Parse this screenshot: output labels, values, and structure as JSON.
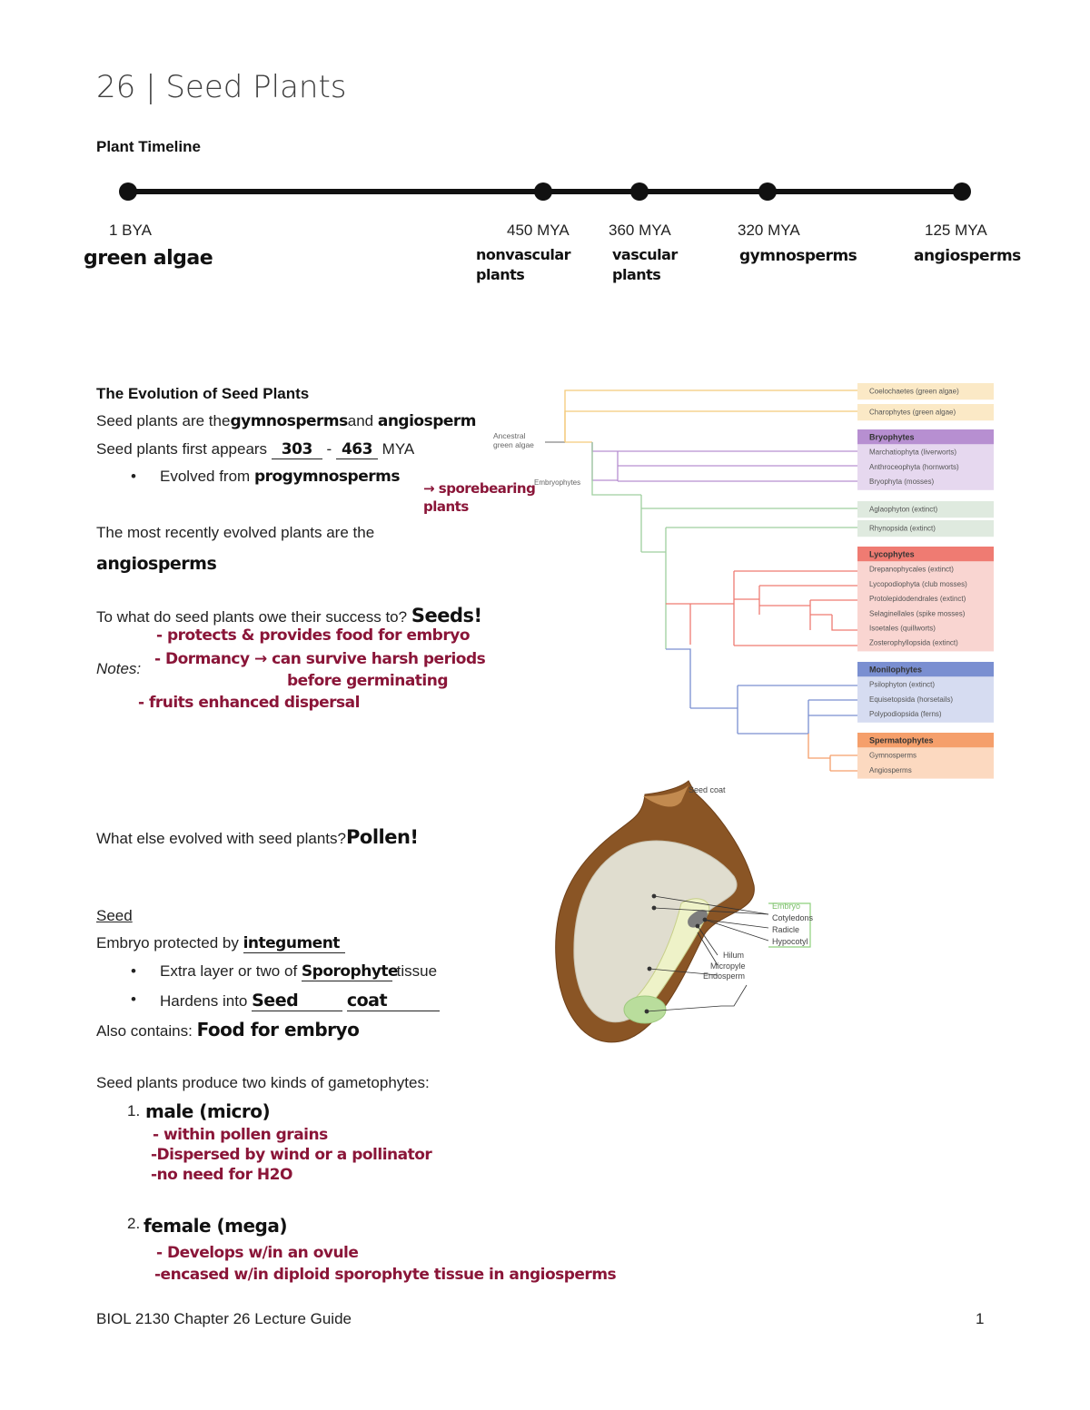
{
  "header": {
    "title": "26 | Seed Plants"
  },
  "timeline": {
    "heading": "Plant Timeline",
    "points": [
      {
        "label": "1 BYA",
        "note": "green algae"
      },
      {
        "label": "450 MYA",
        "note": "nonvascular plants"
      },
      {
        "label": "360 MYA",
        "note": "vascular plants"
      },
      {
        "label": "320 MYA",
        "note": "gymnosperms"
      },
      {
        "label": "125 MYA",
        "note": "angiosperms"
      }
    ]
  },
  "evolution": {
    "heading": "The Evolution of Seed Plants",
    "line1_a": "Seed plants are the",
    "line1_ans1": "gymnosperms",
    "line1_b": "and",
    "line1_ans2": "angiosperm",
    "line2_a": "Seed plants first appears",
    "line2_ans1": "303",
    "line2_dash": "-",
    "line2_ans2": "463",
    "line2_b": "MYA",
    "bullet_a": "Evolved from",
    "bullet_ans": "progymnosperms",
    "bullet_note": "→ sporebearing plants",
    "recent_q": "The most recently evolved plants are the",
    "recent_ans": "angiosperms",
    "success_q": "To what do seed plants owe their success to?",
    "success_ans": "Seeds!",
    "notes_label": "Notes:",
    "notes": [
      "- protects & provides food for embryo",
      "- Dormancy → can survive harsh periods",
      "before germinating",
      "- fruits  enhanced dispersal"
    ]
  },
  "cladogram": {
    "root_label": "Ancestral green algae",
    "node_label": "Embryophytes",
    "groups": [
      {
        "name": "",
        "color": "#f3c97a",
        "fill": "#fbe9c6",
        "items": [
          "Coelochaetes (green algae)"
        ]
      },
      {
        "name": "",
        "color": "#f3c97a",
        "fill": "#fbe9c6",
        "items": [
          "Charophytes (green algae)"
        ]
      },
      {
        "name": "Bryophytes",
        "color": "#b78fd1",
        "fill": "#e6d8ef",
        "items": [
          "Marchatiophyta (liverworts)",
          "Anthroceophyta (hornworts)",
          "Bryophyta (mosses)"
        ]
      },
      {
        "name": "",
        "color": "#9fcf9f",
        "fill": "#dfeadf",
        "items": [
          "Aglaophyton (extinct)"
        ]
      },
      {
        "name": "",
        "color": "#9fcf9f",
        "fill": "#dfeadf",
        "items": [
          "Rhynopsida (extinct)"
        ]
      },
      {
        "name": "Lycophytes",
        "color": "#ef7b72",
        "fill": "#f9d5d1",
        "items": [
          "Drepanophycales (extinct)",
          "Lycopodiophyta (club mosses)",
          "Protolepidodendrales (extinct)",
          "Selaginellales (spike mosses)",
          "Isoetales (quillworts)",
          "Zosterophyllopsida (extinct)"
        ]
      },
      {
        "name": "Monilophytes",
        "color": "#7a8fd1",
        "fill": "#d6dcf1",
        "items": [
          "Psilophyton (extinct)",
          "Equisetopsida (horsetails)",
          "Polypodiopsida (ferns)"
        ]
      },
      {
        "name": "Spermatophytes",
        "color": "#f59f6b",
        "fill": "#fcd9c0",
        "items": [
          "Gymnosperms",
          "Angiosperms"
        ]
      }
    ]
  },
  "seed_diagram": {
    "labels": {
      "seed_coat": "Seed coat",
      "embryo": "Embryo",
      "cotyledons": "Cotyledons",
      "radicle": "Radicle",
      "hypocotyl": "Hypocotyl",
      "hilum": "Hilum",
      "micropyle": "Micropyle",
      "endosperm": "Endosperm"
    }
  },
  "else_evolved": {
    "question": "What else evolved with seed plants?",
    "answer": "Pollen!"
  },
  "seed": {
    "heading": "Seed",
    "line1": "Embryo protected by",
    "line1_ans": "integument",
    "b1_a": "Extra layer or two of",
    "b1_ans": "Sporophyte",
    "b1_b": "tissue",
    "b2_a": "Hardens into",
    "b2_ans1": "Seed",
    "b2_ans2": "coat",
    "also_a": "Also contains:",
    "also_ans": "Food for embryo"
  },
  "gametophytes": {
    "question": "Seed plants produce two kinds of gametophytes:",
    "items": [
      {
        "num": "1.",
        "title": "male (micro)",
        "notes": [
          "- within pollen grains",
          "-Dispersed by wind or a pollinator",
          "-no need for H2O"
        ]
      },
      {
        "num": "2.",
        "title": "female (mega)",
        "notes": [
          "- Develops w/in an ovule",
          "-encased w/in diploid sporophyte tissue in angiosperms"
        ]
      }
    ]
  },
  "footer": {
    "left": "BIOL 2130 Chapter 26 Lecture Guide",
    "page": "1"
  }
}
